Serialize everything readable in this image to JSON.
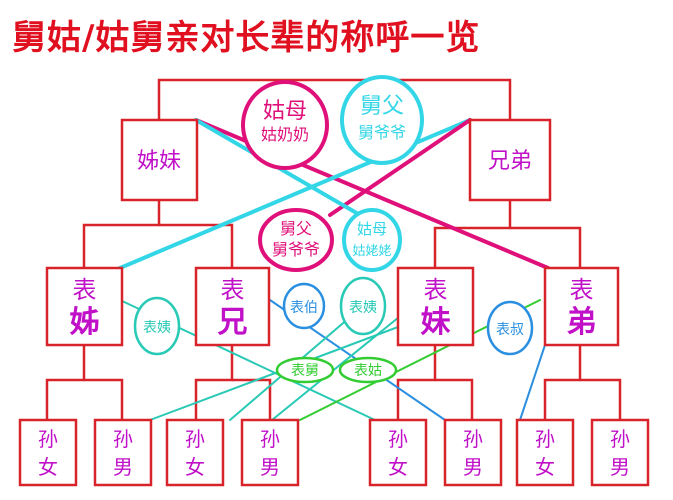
{
  "title": "舅姑/姑舅亲对长辈的称呼一览",
  "colors": {
    "red": "#d8232a",
    "magenta": "#e0107a",
    "cyan": "#33d6e6",
    "teal": "#28c9b5",
    "blue": "#2a8fe0",
    "green": "#33cc33",
    "purple": "#c010c8"
  },
  "gen1": {
    "left": "姊妹",
    "right": "兄弟",
    "aunt_oval": [
      "姑母",
      "姑奶奶"
    ],
    "uncle_oval": [
      "舅父",
      "舅爷爷"
    ]
  },
  "gen2": {
    "uncle_oval": [
      "舅父",
      "舅爷爷"
    ],
    "aunt_oval": [
      "姑母",
      "姑姥姥"
    ],
    "boxes": [
      {
        "top": "表",
        "bottom": "姊"
      },
      {
        "top": "表",
        "bottom": "兄"
      },
      {
        "top": "表",
        "bottom": "妹"
      },
      {
        "top": "表",
        "bottom": "弟"
      }
    ],
    "ovals": [
      "表姨",
      "表伯",
      "表姨",
      "表叔"
    ]
  },
  "gen3": {
    "green_ovals": [
      "表舅",
      "表姑"
    ],
    "boxes": [
      {
        "top": "孙",
        "bottom": "女"
      },
      {
        "top": "孙",
        "bottom": "男"
      },
      {
        "top": "孙",
        "bottom": "女"
      },
      {
        "top": "孙",
        "bottom": "男"
      },
      {
        "top": "孙",
        "bottom": "女"
      },
      {
        "top": "孙",
        "bottom": "男"
      },
      {
        "top": "孙",
        "bottom": "女"
      },
      {
        "top": "孙",
        "bottom": "男"
      }
    ]
  }
}
